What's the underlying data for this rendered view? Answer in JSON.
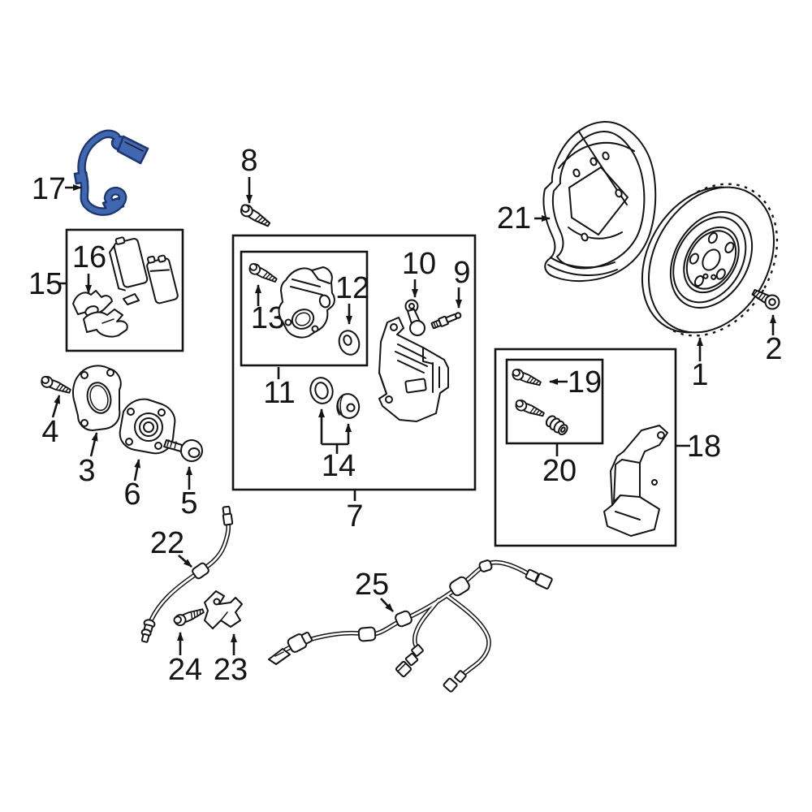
{
  "diagram": {
    "colors": {
      "background": "#ffffff",
      "line": "#141414",
      "highlight_fill": "#4068b0",
      "highlight_stroke": "#1e3570"
    },
    "callouts": {
      "c1": "1",
      "c2": "2",
      "c3": "3",
      "c4": "4",
      "c5": "5",
      "c6": "6",
      "c7": "7",
      "c8": "8",
      "c9": "9",
      "c10": "10",
      "c11": "11",
      "c12": "12",
      "c13": "13",
      "c14": "14",
      "c15": "15",
      "c16": "16",
      "c17": "17",
      "c18": "18",
      "c19": "19",
      "c20": "20",
      "c21": "21",
      "c22": "22",
      "c23": "23",
      "c24": "24",
      "c25": "25"
    }
  }
}
